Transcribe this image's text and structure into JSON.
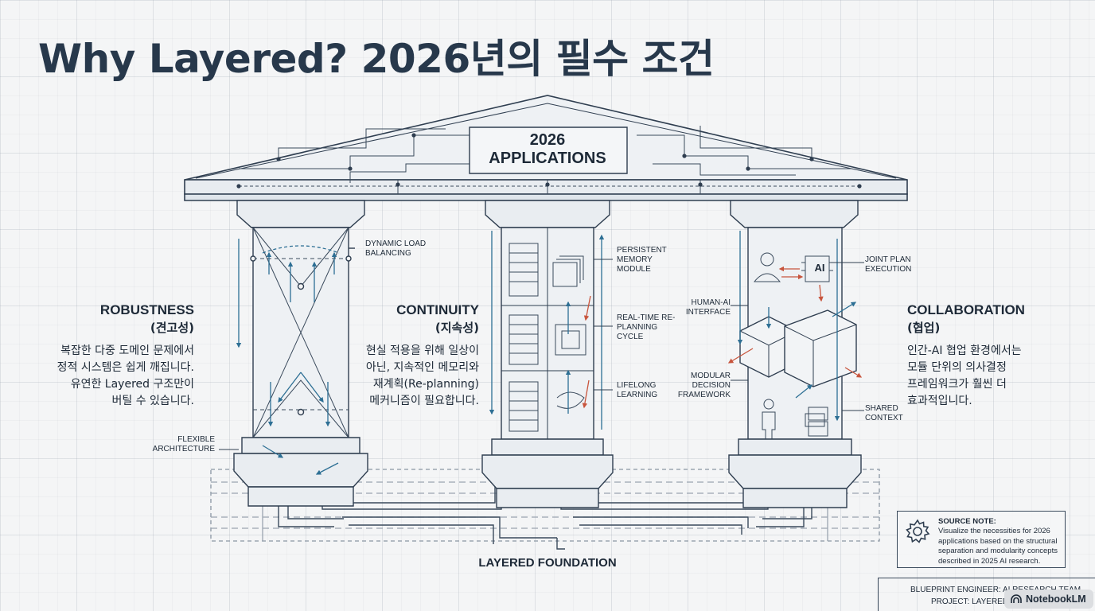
{
  "title": "Why Layered?  2026년의 필수 조건",
  "pediment": {
    "line1": "2026",
    "line2": "APPLICATIONS"
  },
  "foundation": {
    "label": "LAYERED FOUNDATION"
  },
  "pillars": [
    {
      "title": "ROBUSTNESS",
      "subtitle": "(견고성)",
      "description": [
        "복잡한 다중 도메인 문제에서",
        "정적 시스템은 쉽게 깨집니다.",
        "유연한 Layered 구조만이",
        "버틸 수 있습니다."
      ],
      "callouts": [
        "DYNAMIC LOAD BALANCING",
        "FLEXIBLE ARCHITECTURE"
      ]
    },
    {
      "title": "CONTINUITY",
      "subtitle": "(지속성)",
      "description": [
        "현실 적용을 위해 일상이",
        "아닌, 지속적인 메모리와",
        "재계획(Re-planning)",
        "메커니즘이 필요합니다."
      ],
      "callouts": [
        "PERSISTENT MEMORY MODULE",
        "REAL-TIME RE-PLANNING CYCLE",
        "LIFELONG LEARNING"
      ]
    },
    {
      "title": "COLLABORATION",
      "subtitle": "(협업)",
      "description": [
        "인간-AI 협업 환경에서는",
        "모듈 단위의 의사결정",
        "프레임워크가 훨씬 더",
        "효과적입니다."
      ],
      "callouts": [
        "JOINT PLAN EXECUTION",
        "HUMAN-AI INTERFACE",
        "MODULAR DECISION FRAMEWORK",
        "SHARED CONTEXT"
      ],
      "ai_chip_label": "AI"
    }
  ],
  "source_note": {
    "heading": "SOURCE NOTE:",
    "lines": [
      "Visualize the necessities for 2026",
      "applications based on the structural",
      "separation and modularity concepts",
      "described in 2025 AI research."
    ],
    "icon": "gear-icon"
  },
  "credits": {
    "engineer": "BLUEPRINT ENGINEER: AI RESEARCH TEAM",
    "project": "PROJECT: LAYERED AI"
  },
  "badge": {
    "name": "NotebookLM",
    "icon": "notebooklm-logo-icon"
  },
  "colors": {
    "background": "#f4f5f6",
    "ink": "#27384b",
    "accent_blue": "#2d6f94",
    "accent_red": "#c8553d"
  }
}
